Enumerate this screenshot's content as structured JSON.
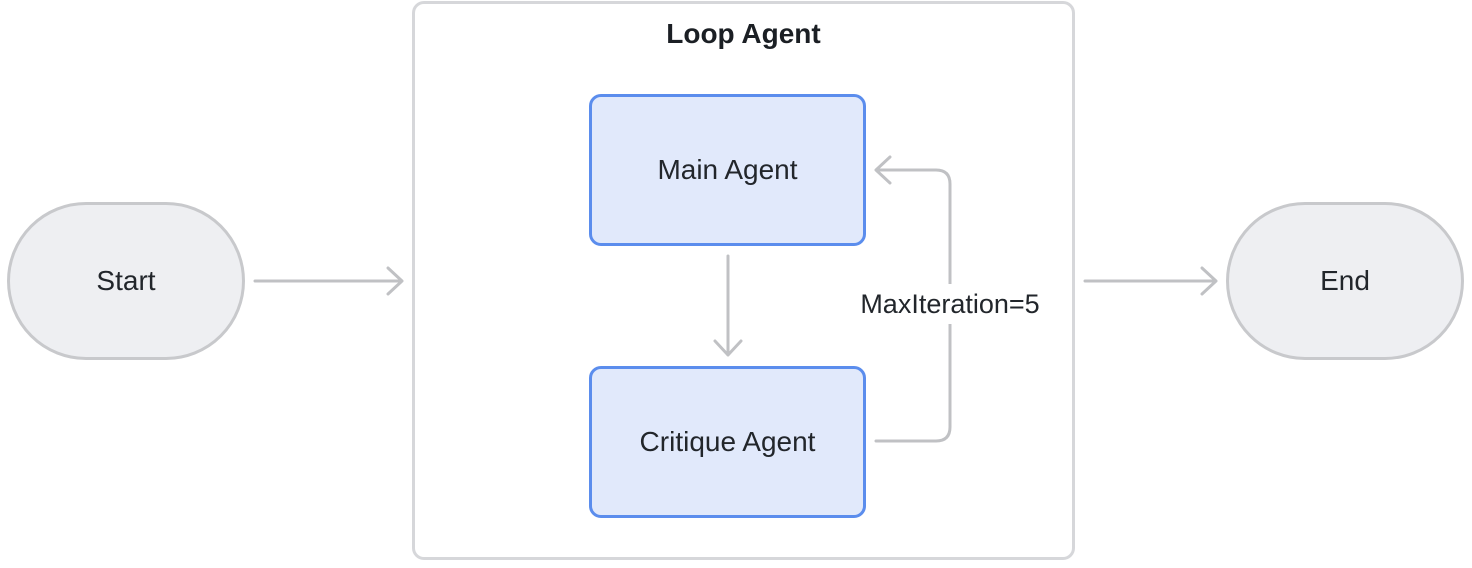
{
  "diagram": {
    "start_label": "Start",
    "end_label": "End",
    "container_title": "Loop Agent",
    "main_agent_label": "Main Agent",
    "critique_agent_label": "Critique Agent",
    "loop_label": "MaxIteration=5"
  },
  "colors": {
    "terminal_fill": "#eeeff2",
    "terminal_border": "#c8c9cc",
    "agent_fill": "#e1e9fb",
    "agent_border": "#5b8ded",
    "connector": "#c0c1c4",
    "container_border": "#d6d7da"
  }
}
